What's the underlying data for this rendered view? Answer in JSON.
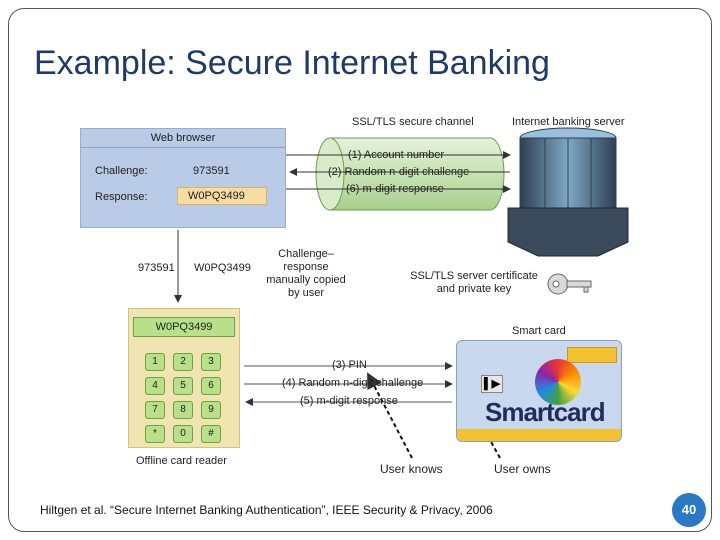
{
  "slide": {
    "title": "Example: Secure Internet Banking",
    "citation": "Hiltgen et al. “Secure Internet Banking Authentication”, IEEE Security & Privacy, 2006",
    "page_number": "40"
  },
  "browser": {
    "title": "Web browser",
    "challenge_label": "Challenge:",
    "challenge_value": "973591",
    "response_label": "Response:",
    "response_value": "W0PQ3499"
  },
  "channel": {
    "title": "SSL/TLS secure channel",
    "messages": [
      "(1) Account number",
      "(2) Random n-digit challenge",
      "(6) m-digit response"
    ]
  },
  "server": {
    "title": "Internet banking server",
    "cert_label_line1": "SSL/TLS server certificate",
    "cert_label_line2": "and private key"
  },
  "manual_copy": {
    "challenge": "973591",
    "response": "W0PQ3499",
    "note_line1": "Challenge–response",
    "note_line2": "manually copied",
    "note_line3": "by user"
  },
  "reader": {
    "screen": "W0PQ3499",
    "keys": [
      "1",
      "2",
      "3",
      "4",
      "5",
      "6",
      "7",
      "8",
      "9",
      "*",
      "0",
      "#"
    ],
    "label": "Offline card reader"
  },
  "card_protocol": {
    "messages": [
      "(3) PIN",
      "(4) Random n-digit challenge",
      "(5) m-digit response"
    ]
  },
  "smartcard": {
    "title": "Smart card",
    "brand": "Smartcard",
    "chip_glyph": "▌▶"
  },
  "annotations": {
    "user_knows": "User knows",
    "user_owns": "User owns"
  },
  "colors": {
    "title": "#1f3a66",
    "browser": "#b9cbe6",
    "channel": "#cfe6bf",
    "reader": "#f0e5b2",
    "badge": "#2b78c4"
  },
  "icons": [
    "server-icon",
    "key-icon",
    "smartcard-icon",
    "card-reader-icon"
  ]
}
